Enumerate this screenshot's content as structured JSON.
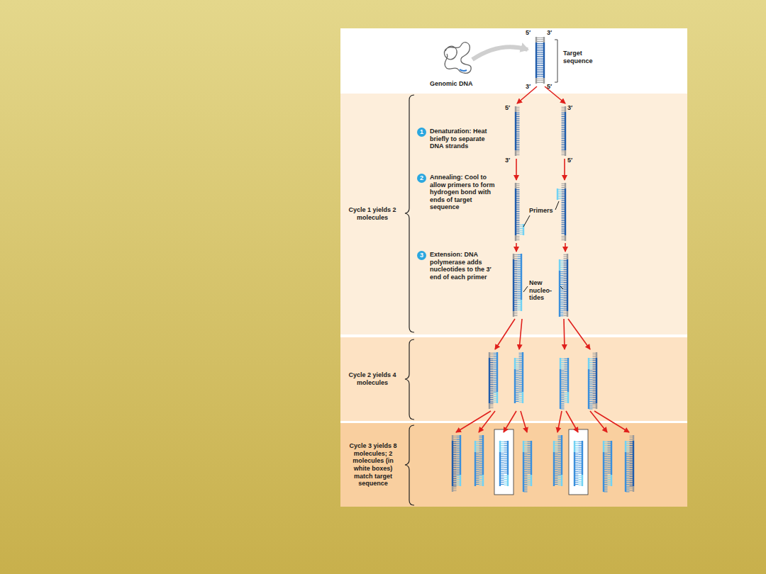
{
  "diagram": {
    "nodes": [
      {
        "text": [
          "Cycle 1 yields 2 molecules"
        ]
      },
      {
        "text": [
          "1"
        ],
        "in": 0
      },
      {
        "text": [
          "2"
        ],
        "in": 0
      },
      {
        "text": [
          "3"
        ],
        "in": 0
      },
      {
        "text": [
          "Cycle 2 yields 4 molecules"
        ]
      },
      {
        "text": [
          "Cycle 3 yields 8 molecules; 2 molecules (in white boxes) match target sequence"
        ]
      }
    ],
    "labels": [
      "5′",
      "3′",
      "Target sequence",
      "Genomic DNA",
      "3′",
      "5′",
      "Denaturation: Heat briefly to separate DNA strands",
      "5′",
      "3′",
      "3′",
      "5′",
      "Annealing: Cool to allow primers to form hydrogen bond with ends of target sequence",
      "Primers",
      "Extension: DNA polymerase adds nucleotides to the 3′ end of each primer",
      "New nucleo- tides"
    ]
  }
}
